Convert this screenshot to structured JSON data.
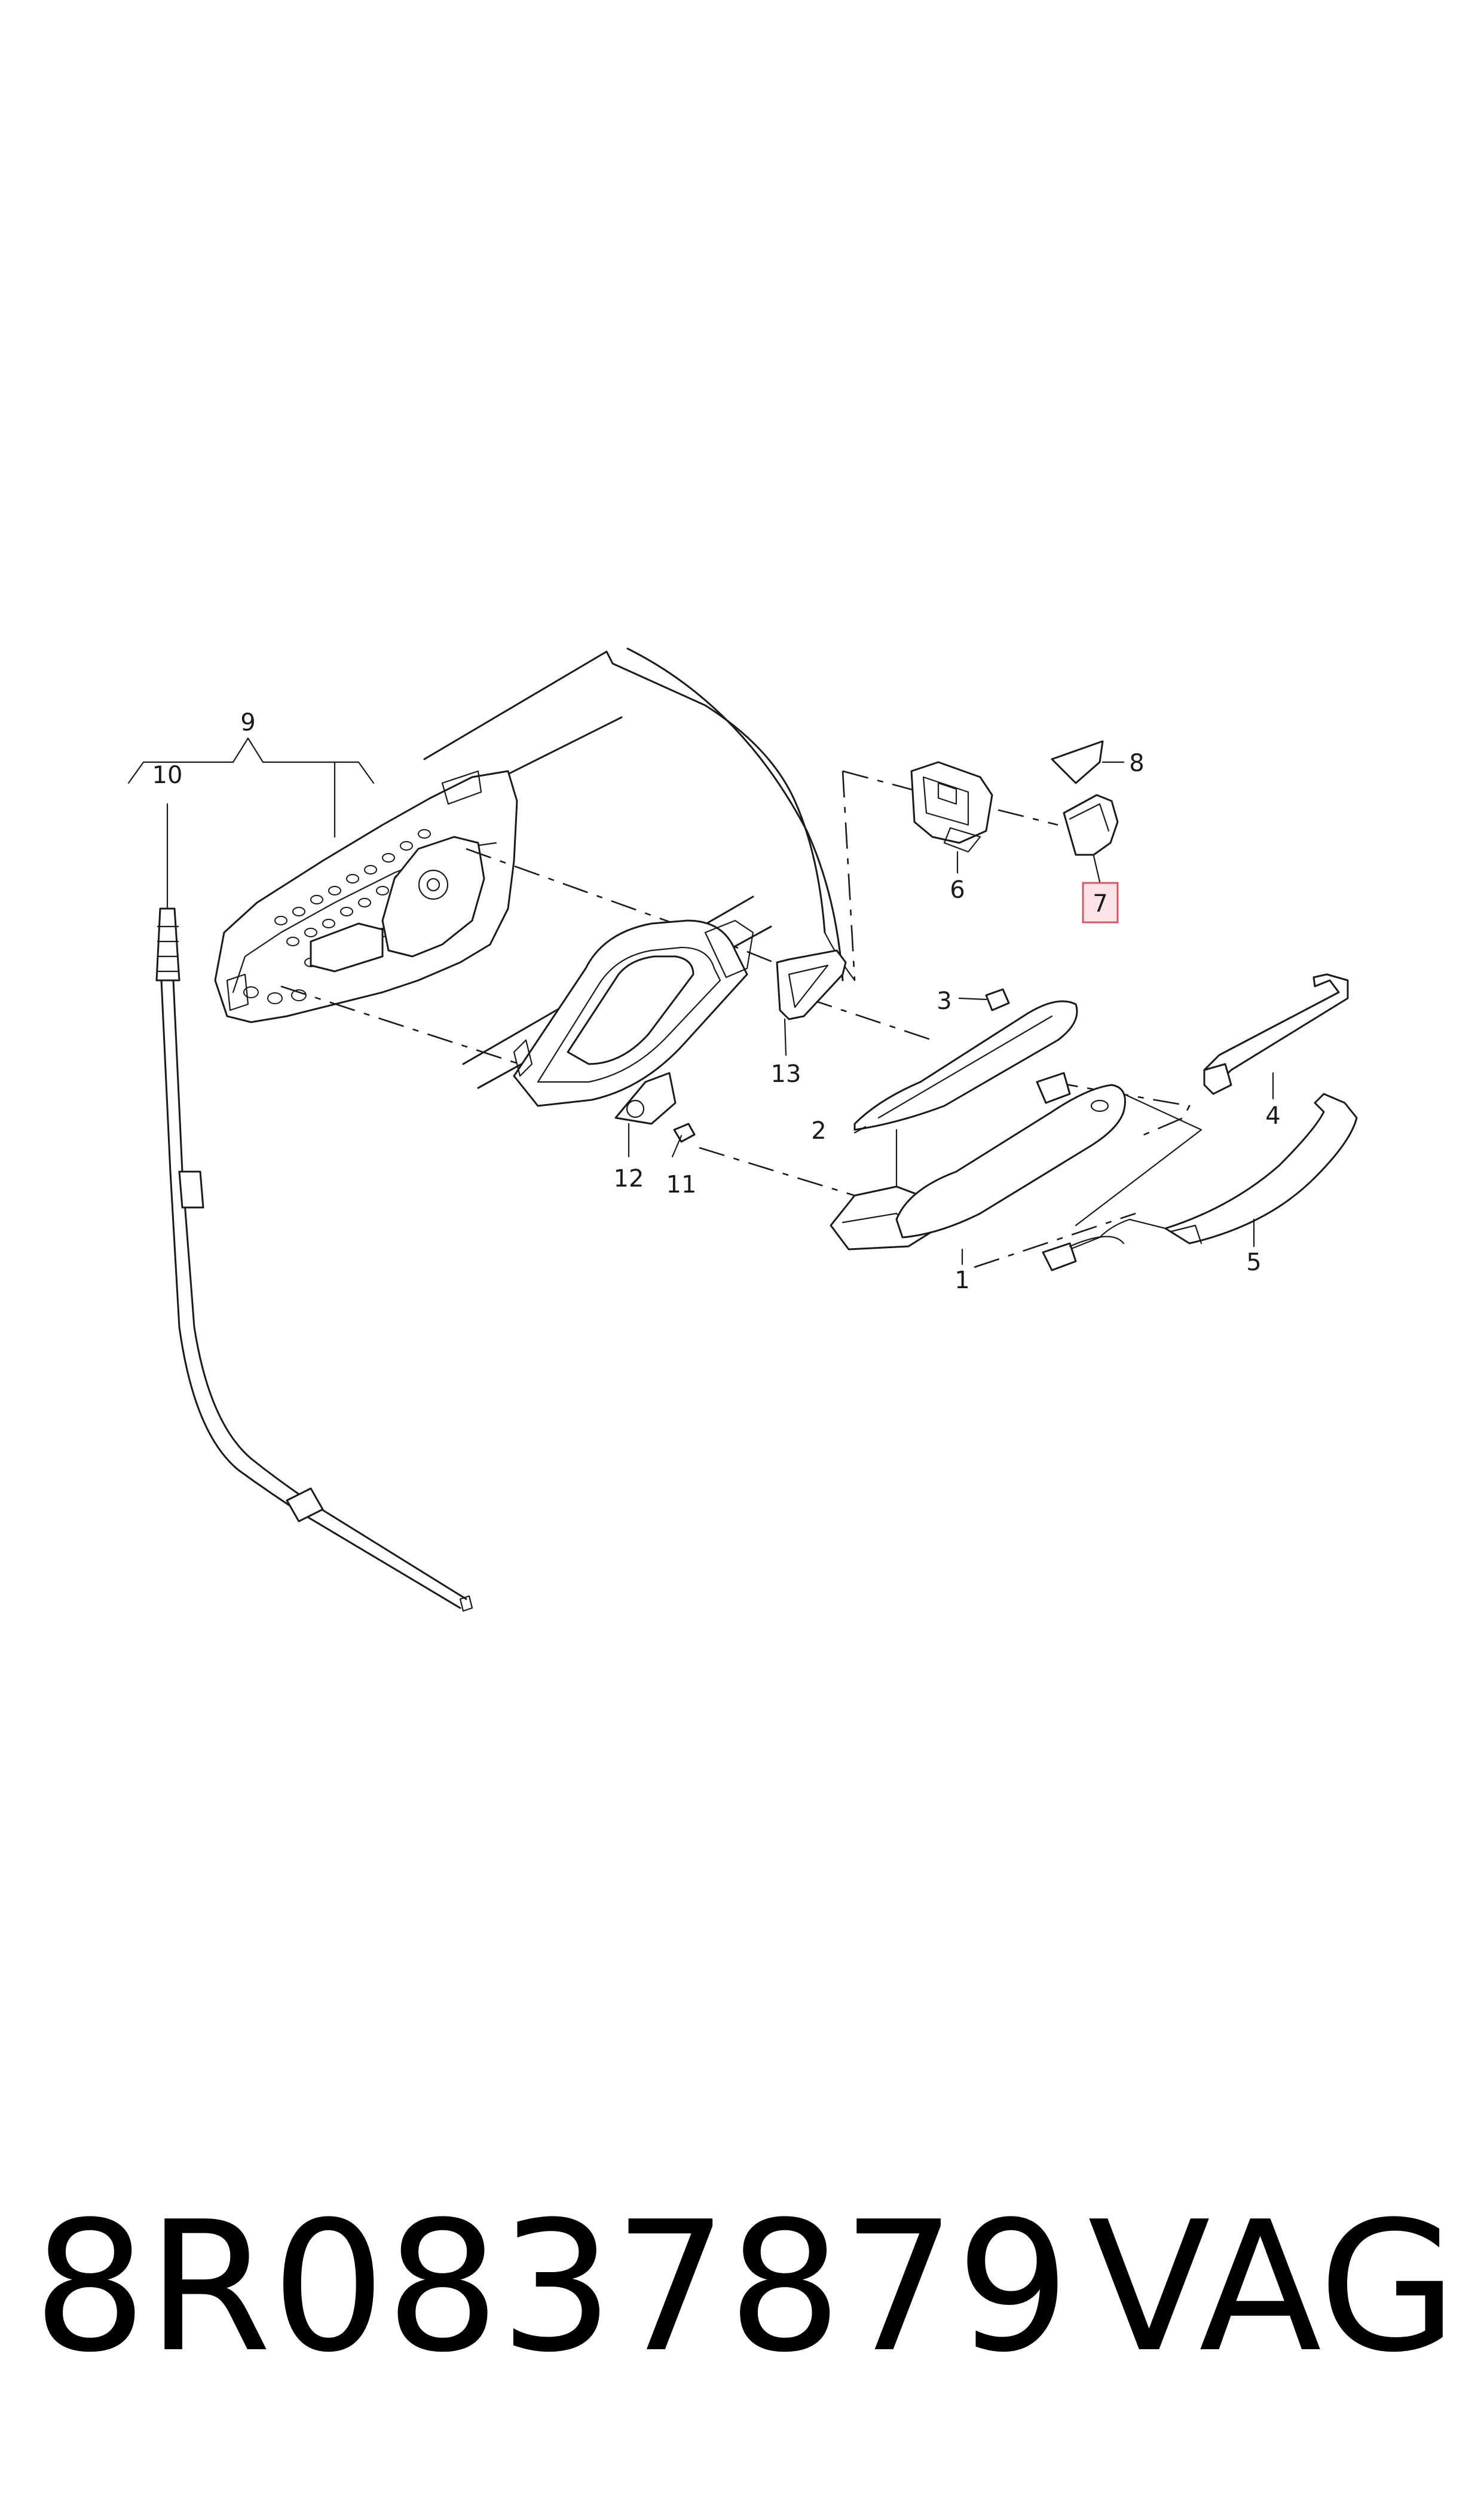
{
  "callouts": [
    {
      "id": "c1",
      "text": "1"
    },
    {
      "id": "c2",
      "text": "2"
    },
    {
      "id": "c3",
      "text": "3"
    },
    {
      "id": "c4",
      "text": "4"
    },
    {
      "id": "c5",
      "text": "5"
    },
    {
      "id": "c6",
      "text": "6"
    },
    {
      "id": "c7",
      "text": "7",
      "highlighted": true
    },
    {
      "id": "c8",
      "text": "8"
    },
    {
      "id": "c9",
      "text": "9"
    },
    {
      "id": "c10",
      "text": "10"
    },
    {
      "id": "c11",
      "text": "11"
    },
    {
      "id": "c12",
      "text": "12"
    },
    {
      "id": "c13",
      "text": "13"
    }
  ],
  "footer": {
    "part_number": "8R0837879",
    "brand": "VAG"
  },
  "colors": {
    "line": "#1a1a1a",
    "highlight_fill": "#fbe3e6",
    "highlight_stroke": "#d95563"
  }
}
